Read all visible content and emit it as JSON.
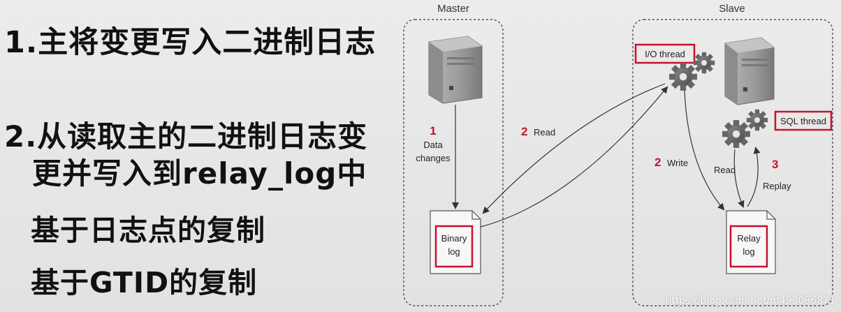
{
  "bullets": {
    "item1": "1.主将变更写入二进制日志",
    "item2_line1": "2.从读取主的二进制日志变",
    "item2_line2": "更并写入到relay_log中",
    "item3": "基于日志点的复制",
    "item4": "基于GTID的复制"
  },
  "diagram": {
    "master": {
      "title": "Master",
      "step_number": "1",
      "step_label_line1": "Data",
      "step_label_line2": "changes",
      "binlog_line1": "Binary",
      "binlog_line2": "log"
    },
    "slave": {
      "title": "Slave",
      "io_thread": "I/O thread",
      "sql_thread": "SQL thread",
      "write_number": "2",
      "write_label": "Write",
      "read_label": "Read",
      "replay_number": "3",
      "replay_label": "Replay",
      "relaylog_line1": "Relay",
      "relaylog_line2": "log"
    },
    "read_number": "2",
    "read_label": "Read",
    "colors": {
      "accent_red": "#c8102e",
      "box_border": "#555555",
      "server_body": "#9a9a9a"
    },
    "icons": [
      "server-icon",
      "gear-icon",
      "document-icon"
    ]
  },
  "watermark": "https://blog.csdn.net/m493096871"
}
